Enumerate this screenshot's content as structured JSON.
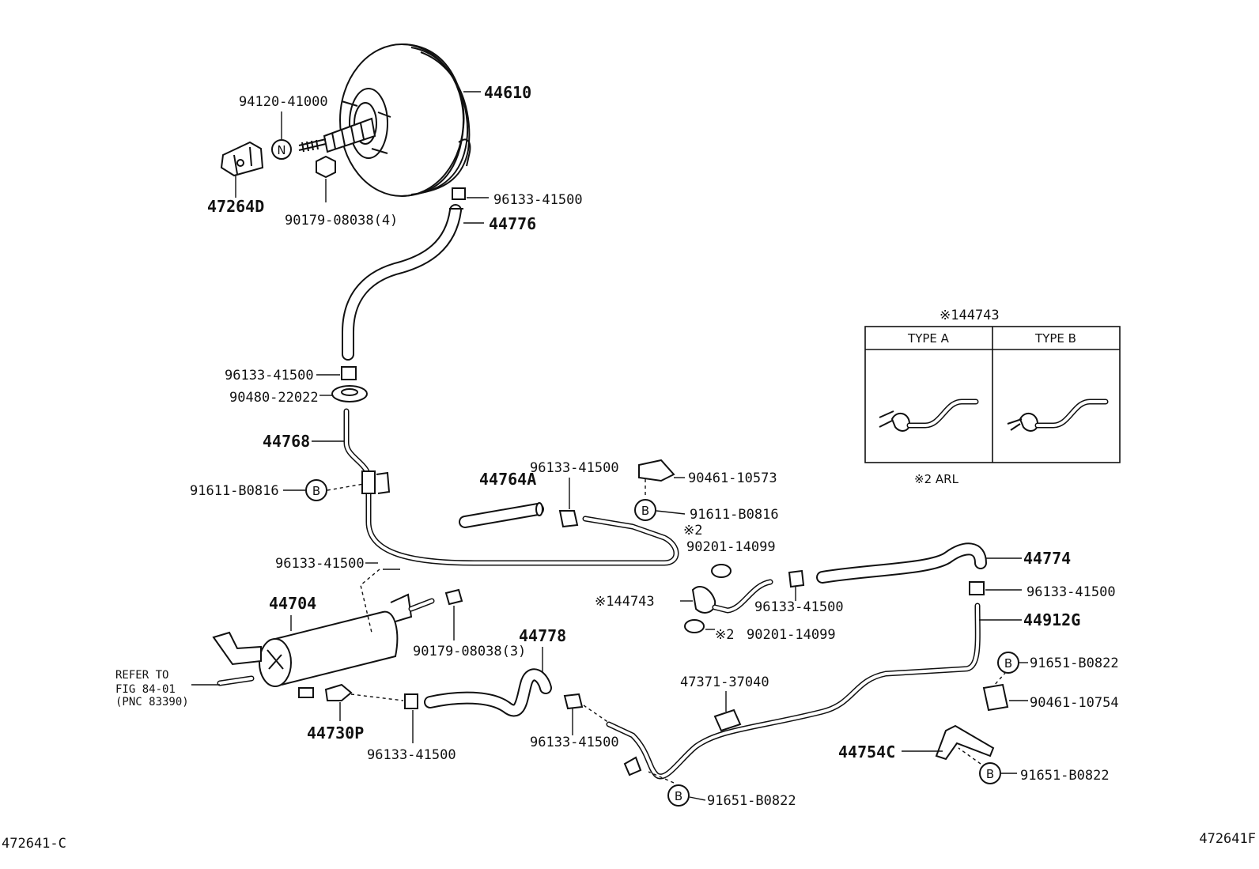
{
  "labels": {
    "p44610": "44610",
    "p94120": "94120-41000",
    "p47264d": "47264D",
    "p90179_4": "90179-08038(4)",
    "p96133_a": "96133-41500",
    "p44776": "44776",
    "p96133_b": "96133-41500",
    "p90480": "90480-22022",
    "p44768": "44768",
    "p91611_a": "91611-B0816",
    "p44764a": "44764A",
    "p96133_c": "96133-41500",
    "p90461_a": "90461-10573",
    "p91611_b": "91611-B0816",
    "p96133_d": "96133-41500",
    "p44704": "44704",
    "p90179_3": "90179-08038(3)",
    "p44778": "44778",
    "p44730p": "44730P",
    "p96133_e": "96133-41500",
    "p96133_f": "96133-41500",
    "p90201_a": "90201-14099",
    "p144743": "※144743",
    "p96133_g": "96133-41500",
    "p90201_b": "90201-14099",
    "p44774": "44774",
    "p96133_h": "96133-41500",
    "p44912g": "44912G",
    "p91651_a": "91651-B0822",
    "p90461_b": "90461-10754",
    "p44754c": "44754C",
    "p91651_b": "91651-B0822",
    "p47371": "47371-37040",
    "p91651_c": "91651-B0822",
    "refer1": "REFER TO",
    "refer2": "FIG 84-01",
    "refer3": "(PNC 83390)",
    "mark_2a": "※2",
    "mark_2b": "※2",
    "n_letter": "N",
    "b_letter": "B"
  },
  "inset": {
    "title": "※144743",
    "type_a": "TYPE  A",
    "type_b": "TYPE  B",
    "footnote": "※2  ARL"
  },
  "footer": {
    "left_code": "472641-C",
    "right_code": "472641F"
  }
}
